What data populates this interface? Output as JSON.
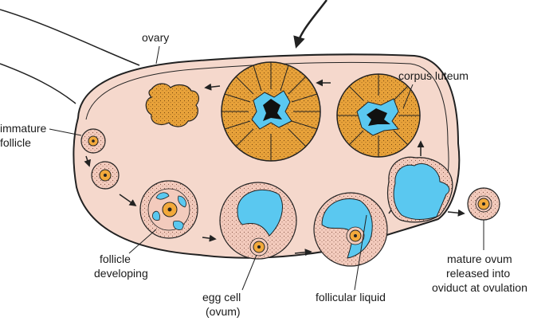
{
  "colors": {
    "stroma": "#f5d8cc",
    "granulosa": "#f3cbbd",
    "luteal": "#e8a23a",
    "fluid": "#5ac8f0",
    "egg": "#f2a93b",
    "outline": "#222222"
  },
  "labels": {
    "ovary": "ovary",
    "corpus_luteum": "corpus luteum",
    "immature_follicle_1": "immature",
    "immature_follicle_2": "follicle",
    "follicle_developing_1": "follicle",
    "follicle_developing_2": "developing",
    "egg_cell_1": "egg cell",
    "egg_cell_2": "(ovum)",
    "follicular_liquid": "follicular liquid",
    "mature_ovum_1": "mature ovum",
    "mature_ovum_2": "released into",
    "mature_ovum_3": "oviduct at ovulation"
  }
}
